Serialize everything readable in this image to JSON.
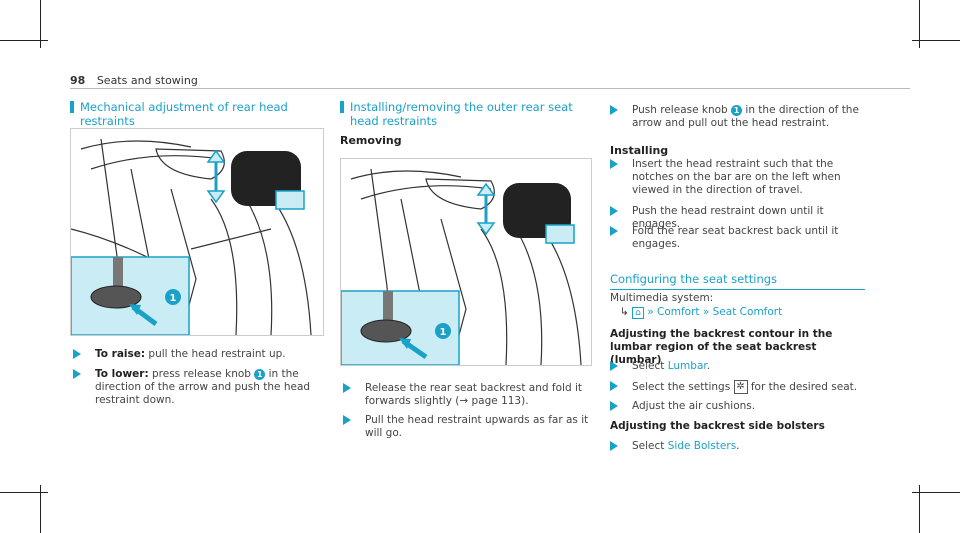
{
  "header": {
    "page_number": "98",
    "section": "Seats and stowing"
  },
  "left": {
    "title": "Mechanical adjustment of rear head restraints",
    "callout": "1",
    "steps": [
      {
        "label": "To raise:",
        "text": " pull the head restraint up."
      },
      {
        "label": "To lower:",
        "pre": " press release knob ",
        "knob": "1",
        "text": " in the direction of the arrow and push the head restraint down."
      }
    ]
  },
  "middle": {
    "title": "Installing/removing the outer rear seat head restraints",
    "subheading": "Removing",
    "callout": "1",
    "steps": [
      {
        "text": "Release the rear seat backrest and fold it forwards slightly (→ page 113)."
      },
      {
        "text": "Pull the head restraint upwards as far as it will go."
      }
    ]
  },
  "right": {
    "step_push": {
      "pre": "Push release knob ",
      "knob": "1",
      "text": " in the direction of the arrow and pull out the head restraint."
    },
    "installing_heading": "Installing",
    "installing_steps": [
      "Insert the head restraint such that the notches on the bar are on the left when viewed in the direction of travel.",
      "Push the head restraint down until it engages.",
      "Fold the rear seat backrest back until it engages."
    ],
    "config_title": "Configuring the seat settings",
    "multimedia": "Multimedia system:",
    "menu_path": [
      "Comfort",
      "Seat Comfort"
    ],
    "heading_lumbar": "Adjusting the backrest contour in the lumbar region of the seat backrest (lumbar)",
    "lumbar_steps": {
      "select": "Select ",
      "lumbar_link": "Lumbar",
      "settings_pre": "Select the settings ",
      "settings_post": " for the desired seat.",
      "adjust": "Adjust the air cushions."
    },
    "heading_bolsters": "Adjusting the backrest side bolsters",
    "bolsters_link": "Side Bolsters"
  },
  "colors": {
    "accent": "#1aa1c8",
    "highlight": "#c9ecf5"
  }
}
